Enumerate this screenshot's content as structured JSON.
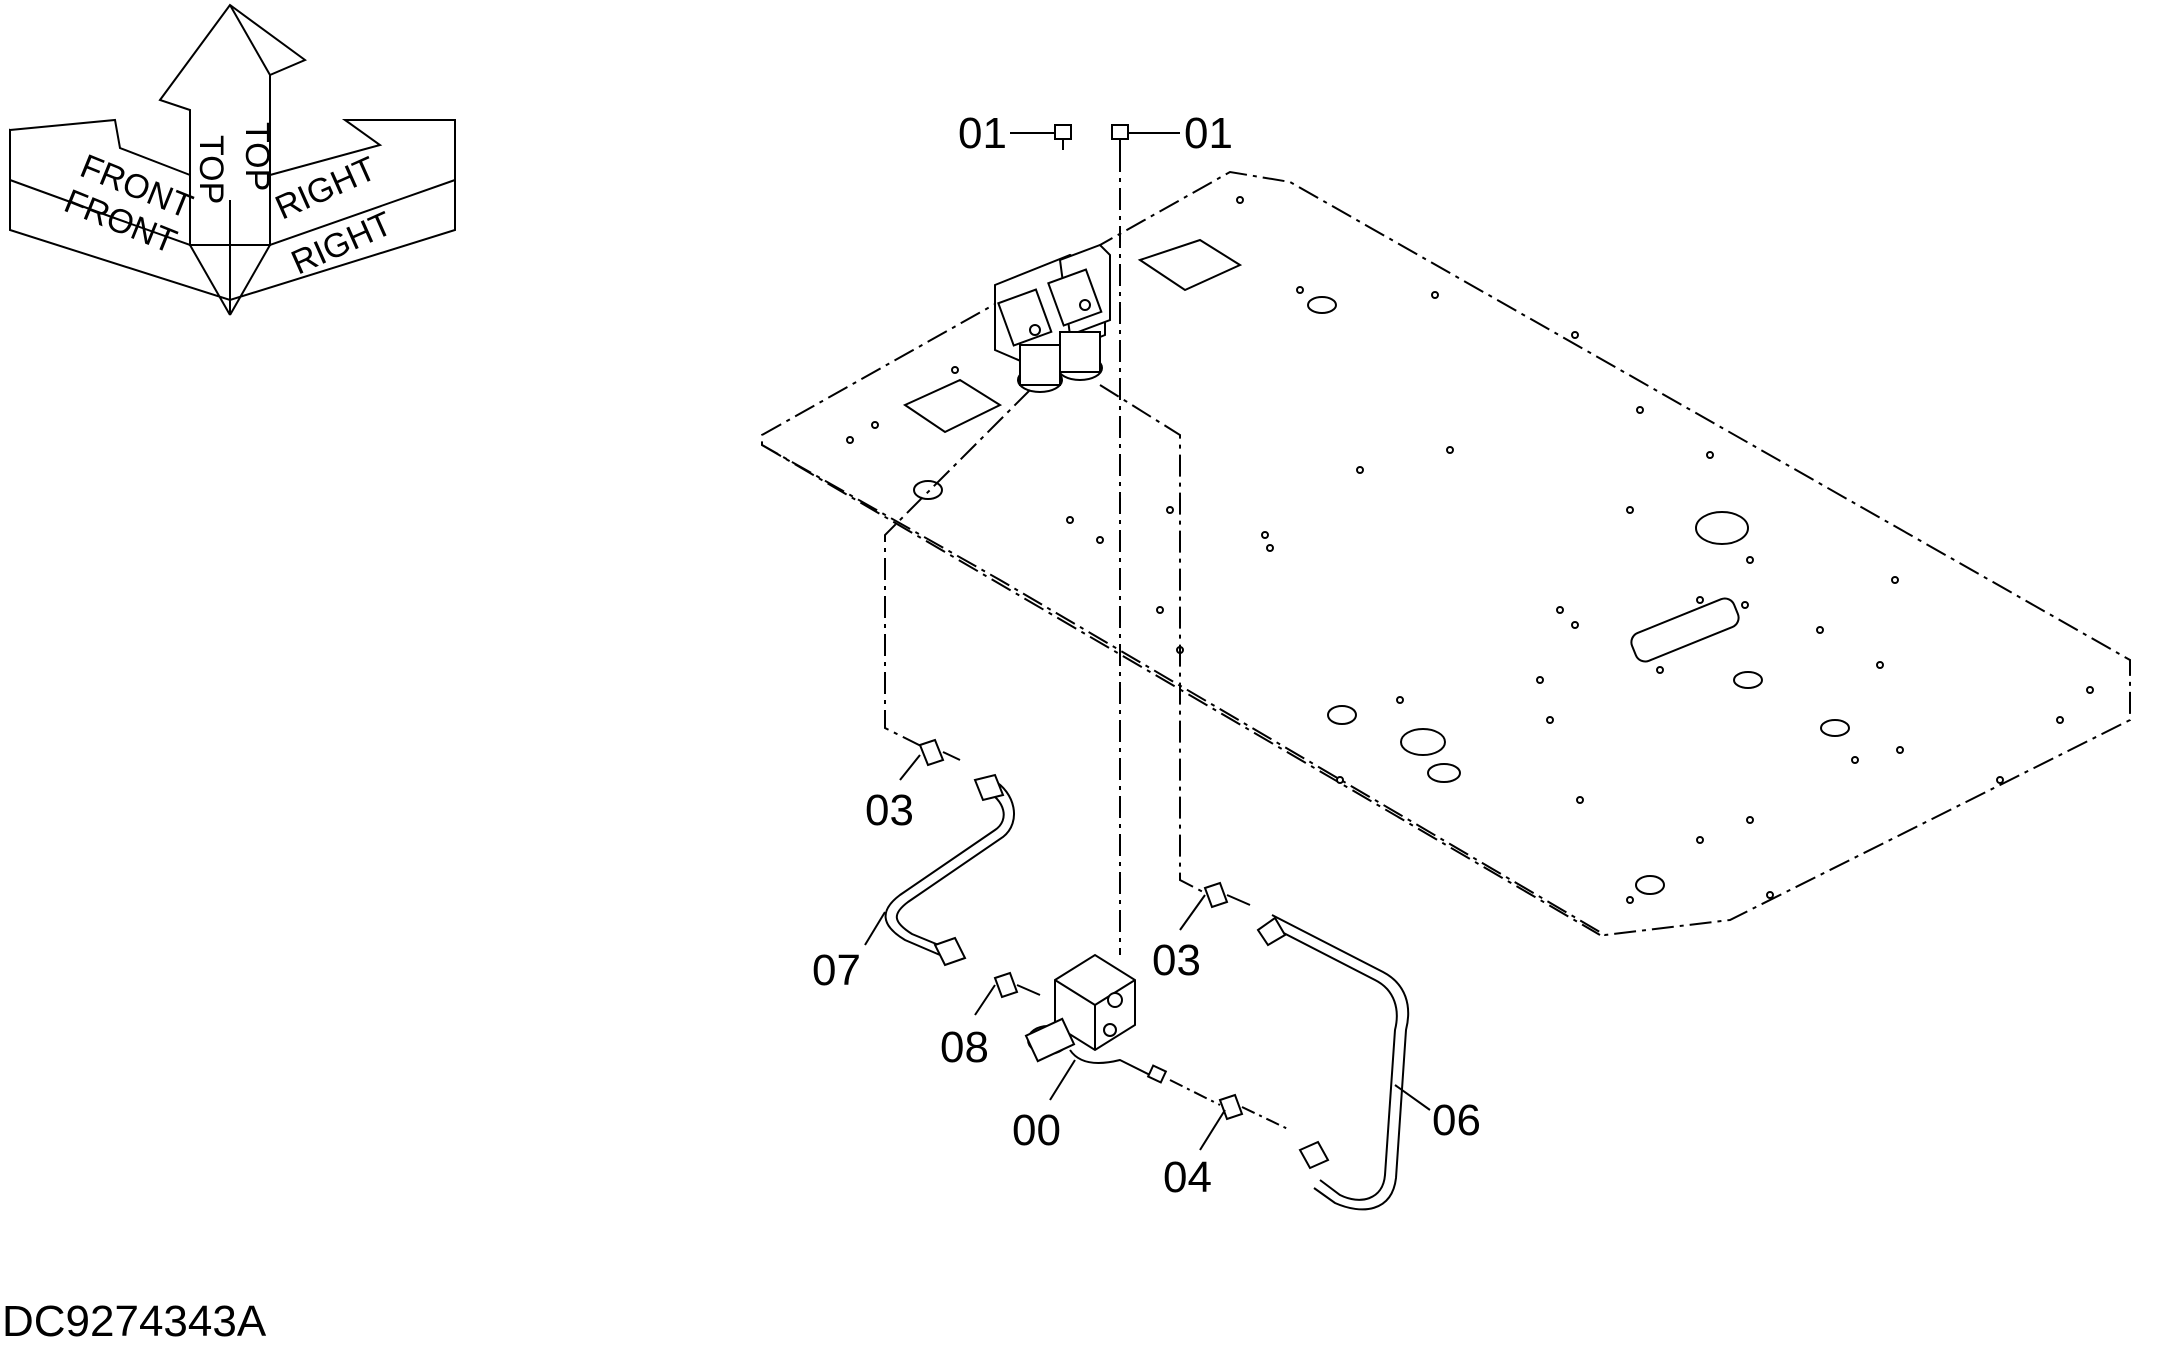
{
  "orientation": {
    "labels": [
      "FRONT",
      "FRONT",
      "TOP",
      "TOP",
      "RIGHT",
      "RIGHT"
    ]
  },
  "parts": [
    {
      "id": "01",
      "label": "01"
    },
    {
      "id": "01b",
      "label": "01"
    },
    {
      "id": "03",
      "label": "03"
    },
    {
      "id": "03b",
      "label": "03"
    },
    {
      "id": "07",
      "label": "07"
    },
    {
      "id": "08",
      "label": "08"
    },
    {
      "id": "00",
      "label": "00"
    },
    {
      "id": "04",
      "label": "04"
    },
    {
      "id": "06",
      "label": "06"
    }
  ],
  "document_code": "DC9274343A"
}
